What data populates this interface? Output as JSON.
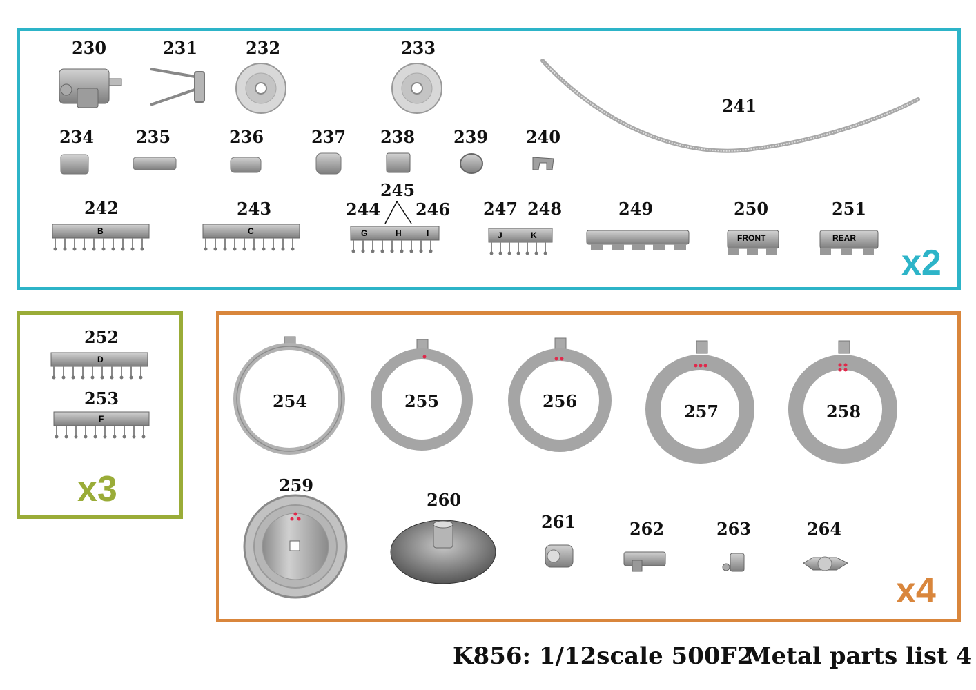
{
  "groups": {
    "teal": {
      "multiplier": "x2",
      "color": "#2db4c8"
    },
    "green": {
      "multiplier": "x3",
      "color": "#9aac38"
    },
    "orange": {
      "multiplier": "x4",
      "color": "#d9863c"
    }
  },
  "parts": {
    "p230": "230",
    "p231": "231",
    "p232": "232",
    "p233": "233",
    "p234": "234",
    "p235": "235",
    "p236": "236",
    "p237": "237",
    "p238": "238",
    "p239": "239",
    "p240": "240",
    "p241": "241",
    "p242": "242",
    "p243": "243",
    "p244": "244",
    "p245": "245",
    "p246": "246",
    "p247": "247",
    "p248": "248",
    "p249": "249",
    "p250": "250",
    "p251": "251",
    "p252": "252",
    "p253": "253",
    "p254": "254",
    "p255": "255",
    "p256": "256",
    "p257": "257",
    "p258": "258",
    "p259": "259",
    "p260": "260",
    "p261": "261",
    "p262": "262",
    "p263": "263",
    "p264": "264"
  },
  "bar_letters": {
    "b": "B",
    "c": "C",
    "g": "G",
    "h": "H",
    "i": "I",
    "j": "J",
    "k": "K",
    "d": "D",
    "f": "F",
    "front": "FRONT",
    "rear": "REAR"
  },
  "footer": {
    "model": "K856: 1/12scale 500F2",
    "list_title": "Metal parts list 4"
  },
  "accent_dot_color": "#e0284a"
}
